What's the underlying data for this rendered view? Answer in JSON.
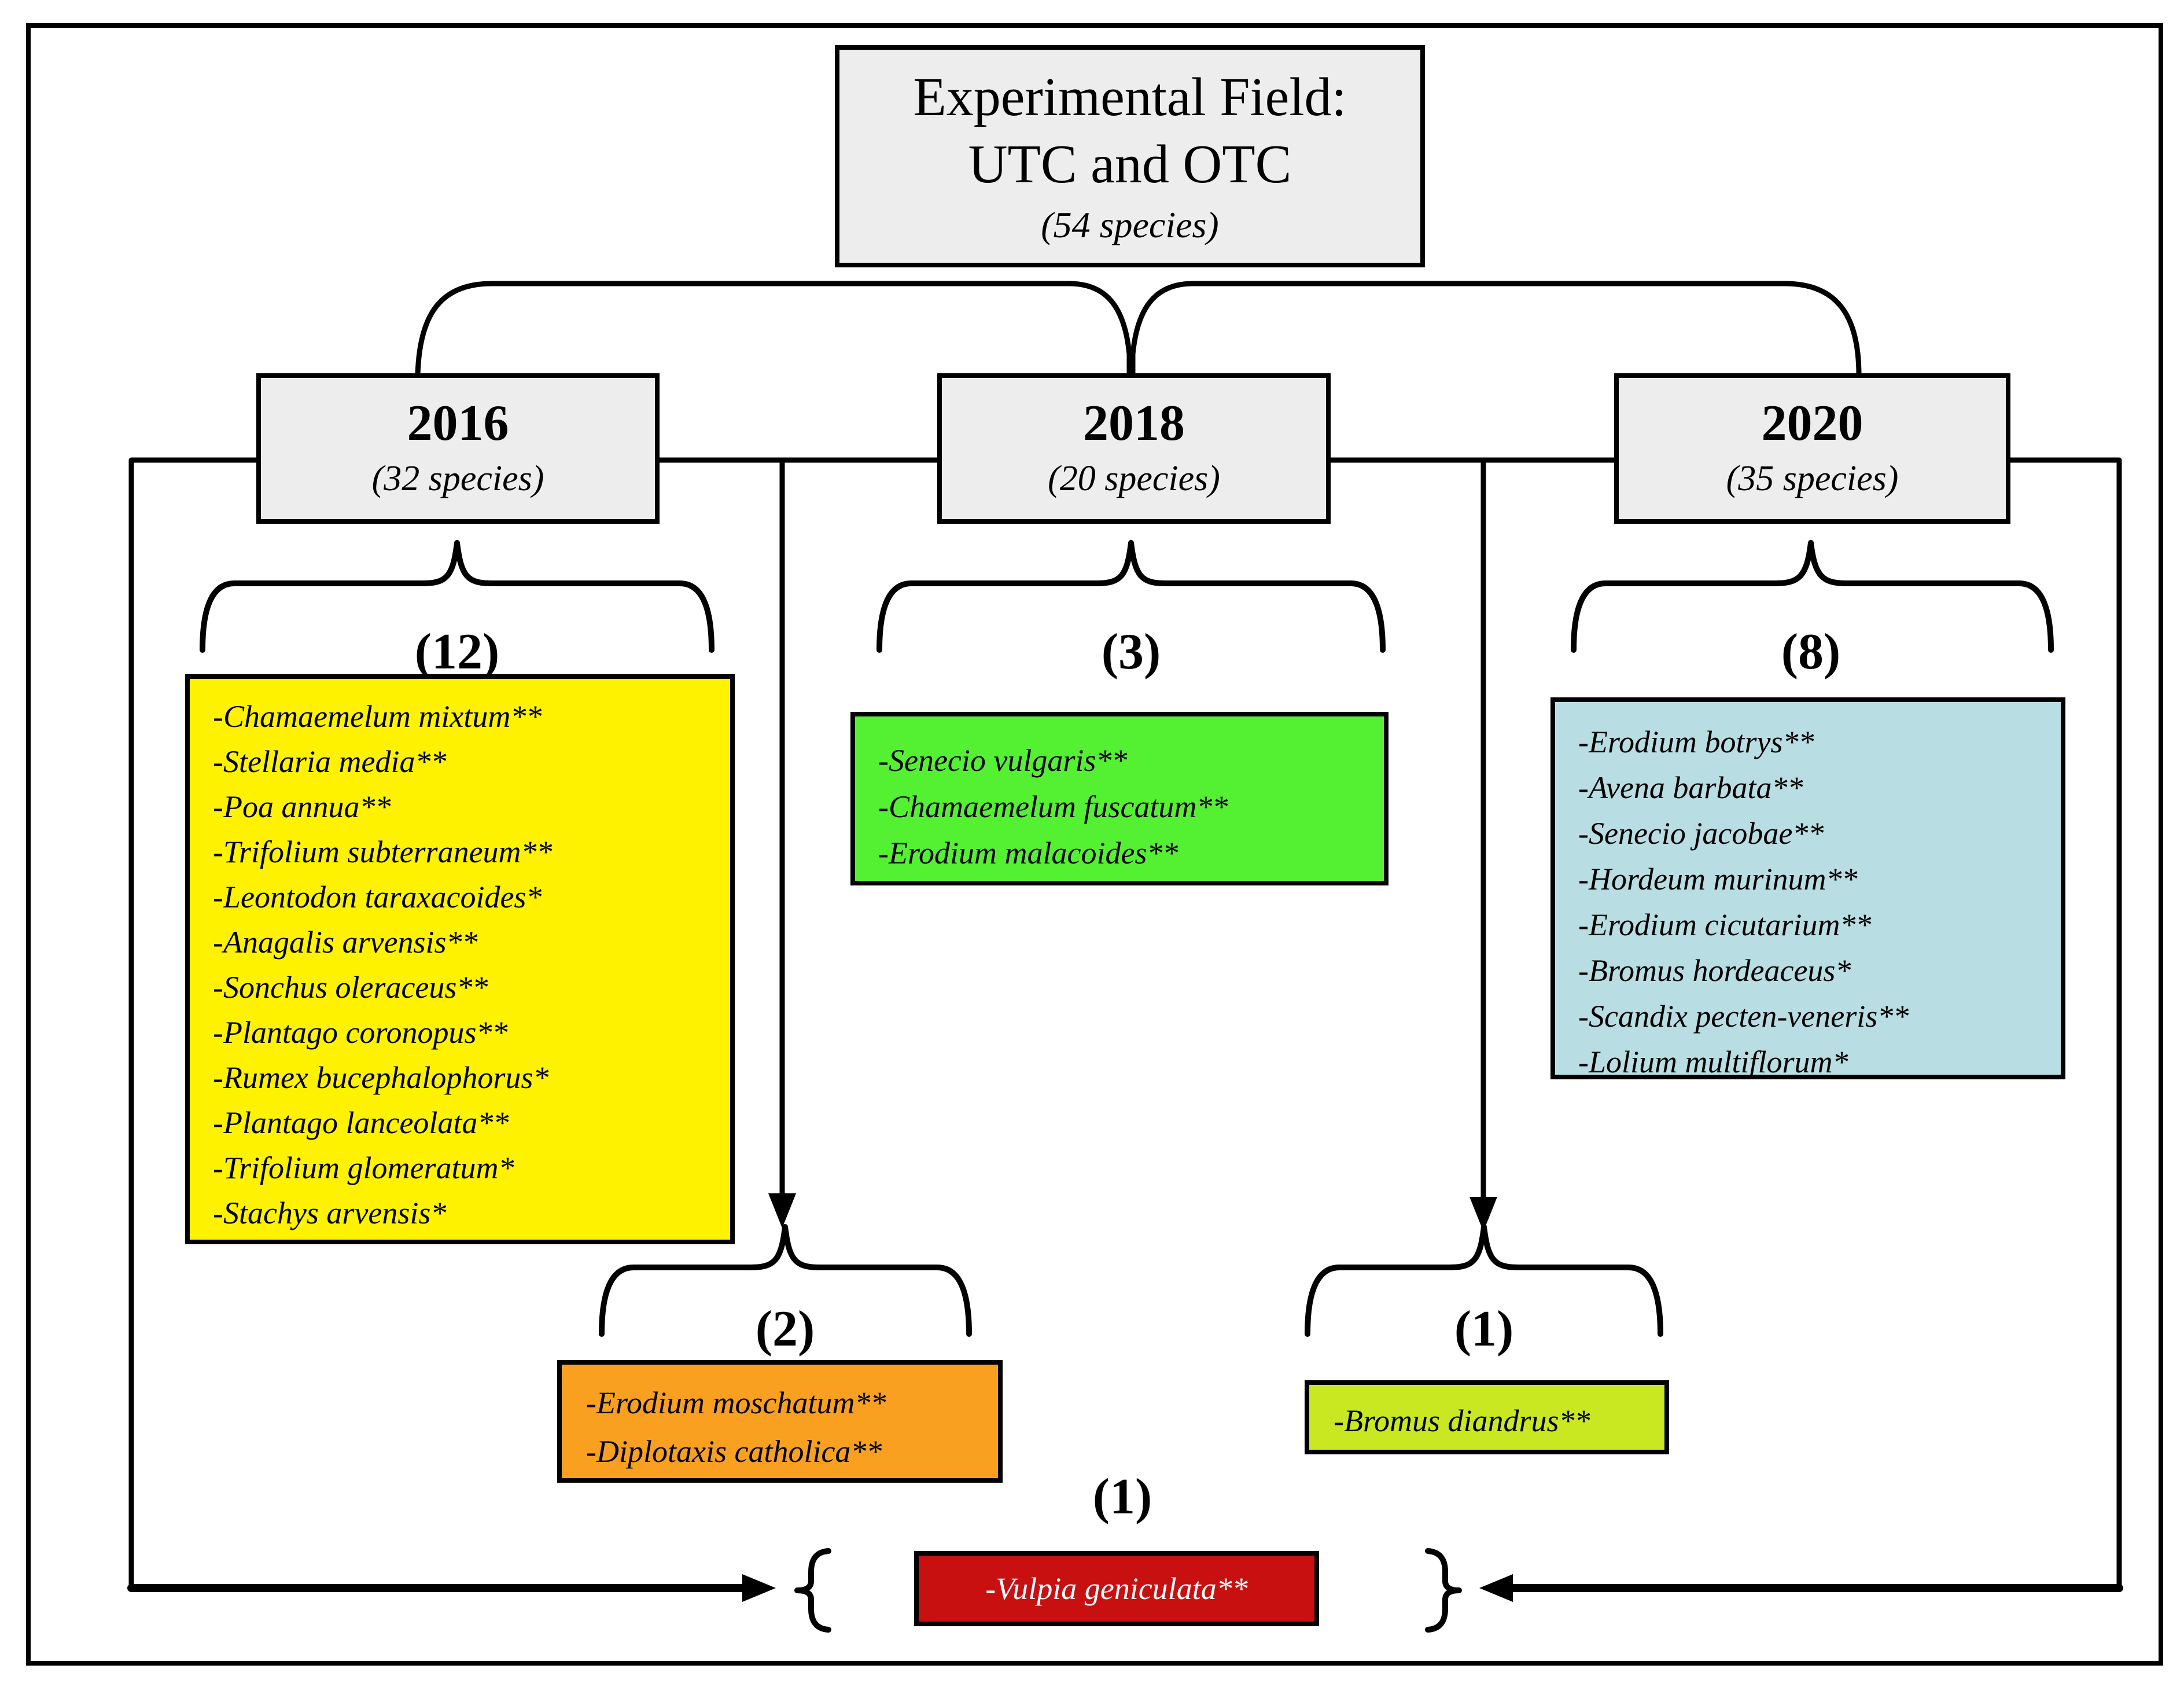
{
  "figure": {
    "root": {
      "title_line1": "Experimental Field:",
      "title_line2": "UTC and OTC",
      "subtitle": "(54 species)"
    },
    "years": [
      {
        "label": "2016",
        "subtitle": "(32 species)",
        "group": {
          "count_label": "(12)",
          "species": [
            "-Chamaemelum mixtum**",
            "-Stellaria media**",
            "-Poa annua**",
            "-Trifolium subterraneum**",
            "-Leontodon taraxacoides*",
            "-Anagalis arvensis**",
            "-Sonchus oleraceus**",
            "-Plantago coronopus**",
            "-Rumex bucephalophorus*",
            "-Plantago lanceolata**",
            "-Trifolium glomeratum*",
            "-Stachys arvensis*"
          ]
        }
      },
      {
        "label": "2018",
        "subtitle": "(20 species)",
        "group": {
          "count_label": "(3)",
          "species": [
            "-Senecio vulgaris**",
            "-Chamaemelum fuscatum**",
            "-Erodium malacoides**"
          ]
        }
      },
      {
        "label": "2020",
        "subtitle": "(35 species)",
        "group": {
          "count_label": "(8)",
          "species": [
            "-Erodium botrys**",
            "-Avena barbata**",
            "-Senecio jacobae**",
            "-Hordeum murinum**",
            "-Erodium cicutarium**",
            "-Bromus hordeaceus*",
            "-Scandix pecten-veneris**",
            "-Lolium multiflorum*"
          ]
        }
      }
    ],
    "pair_groups": [
      {
        "count_label": "(2)",
        "species": [
          "-Erodium moschatum**",
          "-Diplotaxis catholica**"
        ]
      },
      {
        "count_label": "(1)",
        "species": [
          "-Bromus diandrus**"
        ]
      }
    ],
    "shared_group": {
      "count_label": "(1)",
      "species": [
        "-Vulpia geniculata**"
      ]
    },
    "colors": {
      "box_gray": "#ededed",
      "yellow": "#fff200",
      "green": "#54f133",
      "light_blue": "#b8dde2",
      "orange": "#f9a021",
      "yellow_green": "#c9e821",
      "red": "#c91010"
    }
  }
}
